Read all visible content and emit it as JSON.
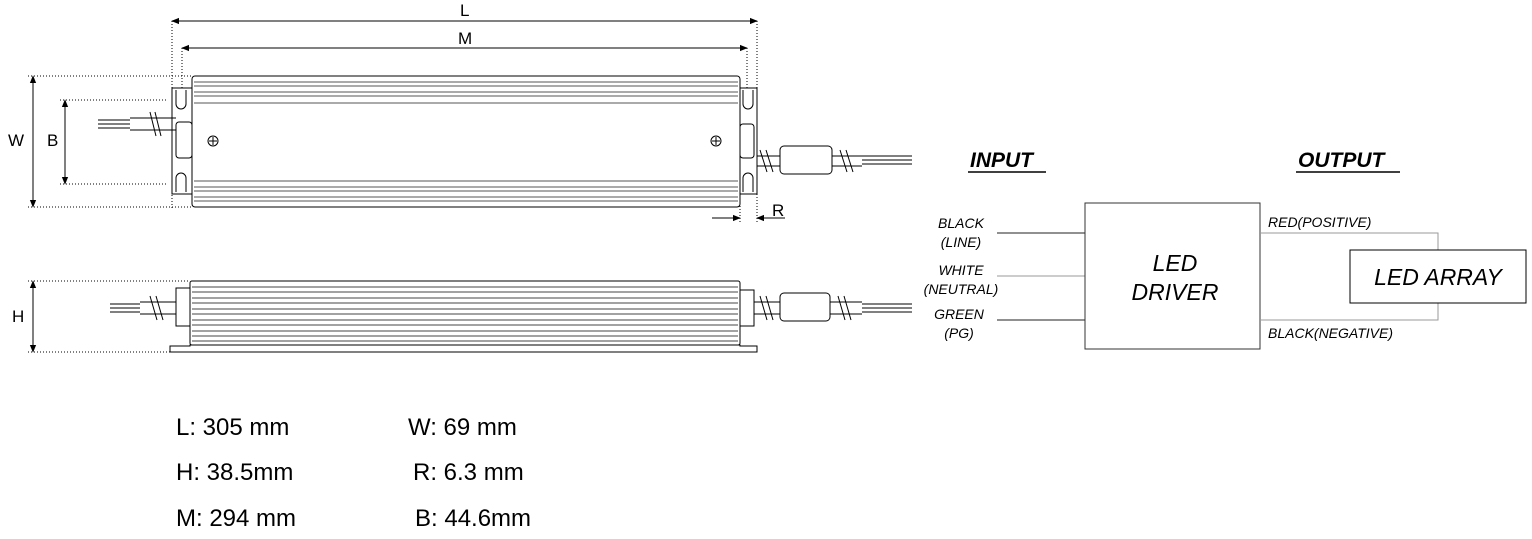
{
  "drawing": {
    "dims": {
      "L": "L",
      "M": "M",
      "W": "W",
      "B": "B",
      "R": "R",
      "H": "H"
    }
  },
  "wiring": {
    "input_title": "INPUT",
    "output_title": "OUTPUT",
    "inputs": [
      {
        "line1": "BLACK",
        "line2": "(LINE)"
      },
      {
        "line1": "WHITE",
        "line2": "(NEUTRAL)"
      },
      {
        "line1": "GREEN",
        "line2": "(PG)"
      }
    ],
    "driver": {
      "line1": "LED",
      "line2": "DRIVER"
    },
    "outputs": {
      "positive": "RED(POSITIVE)",
      "negative": "BLACK(NEGATIVE)"
    },
    "array": "LED ARRAY",
    "colors": {
      "box_line": "#333333",
      "wire_dark": "#222222",
      "wire_light": "#999999"
    }
  },
  "specs": [
    "L: 305 mm",
    "W: 69 mm",
    "H: 38.5mm",
    "R: 6.3 mm",
    "M: 294 mm",
    "B: 44.6mm"
  ]
}
